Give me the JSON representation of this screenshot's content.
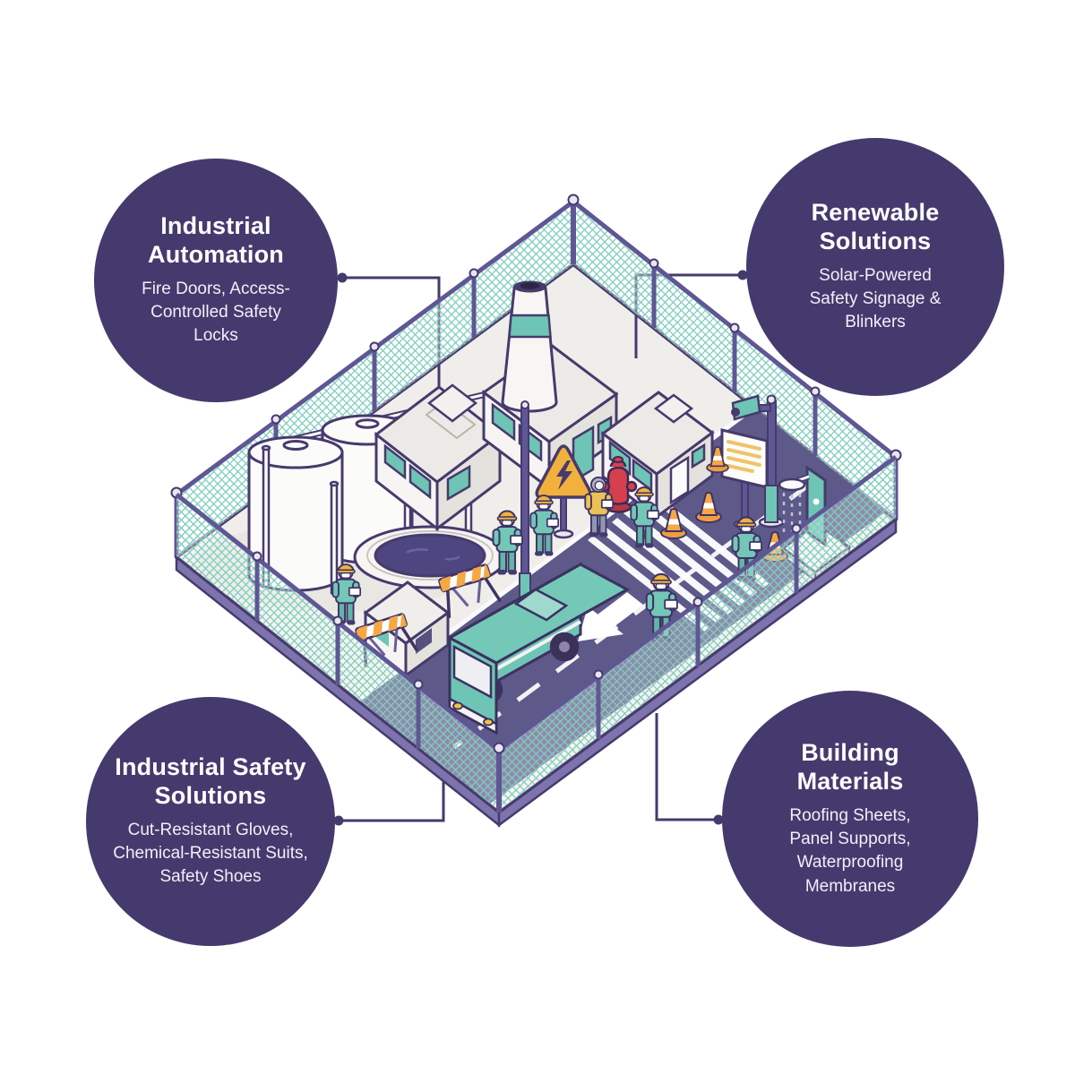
{
  "title": "Industrial Safety Infographic",
  "colors": {
    "node_bg": "#453a6d",
    "node_text": "#ffffff",
    "connector": "#453a6d",
    "outline": "#3f3366",
    "teal": "#6ec5b5",
    "mesh": "#7fcdbc",
    "ground": "#efeeea",
    "road": "#5d5989",
    "orange": "#f5a843",
    "sign_yellow": "#f2b13d",
    "hydrant_red": "#d6404e"
  },
  "nodes": [
    {
      "id": "industrial-automation",
      "position": "top-left",
      "title": "Industrial Automation",
      "description": "Fire Doors, Access-Controlled Safety Locks"
    },
    {
      "id": "renewable-solutions",
      "position": "top-right",
      "title": "Renewable Solutions",
      "description": "Solar-Powered Safety Signage & Blinkers"
    },
    {
      "id": "industrial-safety-solutions",
      "position": "bottom-left",
      "title": "Industrial Safety Solutions",
      "description": "Cut-Resistant Gloves, Chemical-Resistant Suits, Safety Shoes"
    },
    {
      "id": "building-materials",
      "position": "bottom-right",
      "title": "Building Materials",
      "description": "Roofing Sheets, Panel Supports, Waterproofing Membranes"
    }
  ],
  "illustration": {
    "name": "isometric-industrial-safety-site",
    "elements": [
      "chain-link-fence",
      "factory-chimney",
      "warehouse-buildings",
      "guard-house",
      "storage-tanks",
      "treatment-basin",
      "pump-unit",
      "shuttle-bus",
      "road-crosswalk",
      "road-arrow",
      "workers-with-hard-hats",
      "traffic-cones",
      "barricades",
      "electric-hazard-sign",
      "fire-hydrant",
      "cctv-pole",
      "notice-board",
      "safety-shower",
      "street-lamp"
    ]
  }
}
